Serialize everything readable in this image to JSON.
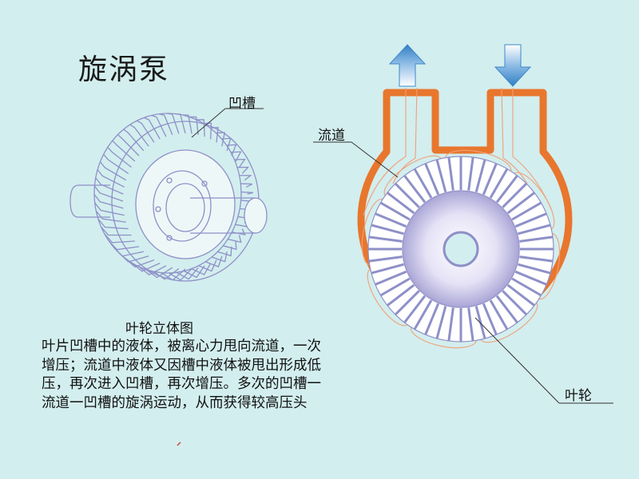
{
  "title": "旋涡泵",
  "labels": {
    "groove": "凹槽",
    "channel": "流道",
    "impeller": "叶轮",
    "caption": "叶轮立体图"
  },
  "description": [
    "叶片凹槽中的液体，被离心力甩向流道，一次",
    "增压；流道中液体又因槽中液体被甩出形成低",
    "压，再次进入凹槽，再次增压。多次的凹槽一",
    "流道一凹槽的旋涡运动，从而获得较高压头"
  ],
  "colors": {
    "background": "#d3eeee",
    "casing": "#e8762d",
    "blade": "#8e90c8",
    "arrow": "#3d88c9",
    "flow_line": "#f0a07a"
  },
  "icons": {
    "outlet": "arrow-up-icon",
    "inlet": "arrow-down-icon"
  }
}
